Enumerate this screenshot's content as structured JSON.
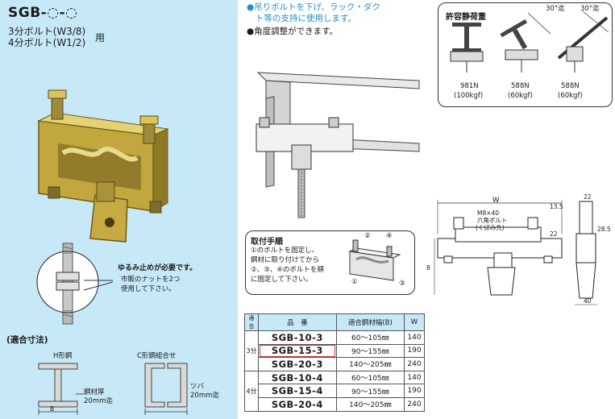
{
  "left": {
    "title": "SGB-◌-◌",
    "bolt_line1": "3分ボルト(W3/8)",
    "bolt_line2": "4分ボルト(W1/2)",
    "bolt_suffix": "用",
    "loosen_note": "ゆるみ止めが必要です。",
    "nut_note_line1": "市販のナットを2つ",
    "nut_note_line2": "使用して下さい。",
    "dims_heading": "(適合寸法)",
    "h_beam_label": "H形鋼",
    "c_beam_label": "C形鋼組合せ",
    "steel_thickness_line1": "鋼材厚",
    "steel_thickness_line2": "20mm迄",
    "flange_line1": "ツバ",
    "flange_line2": "20mm迄",
    "dim_b": "B"
  },
  "features": {
    "line1": "●吊りボルトを下げ、ラック・ダク",
    "line2": "ト等の支持に使用します。",
    "line3": "●角度調整ができます。"
  },
  "load_box": {
    "title": "許容静荷重",
    "angle1": "30°迄",
    "angle2": "30°迄",
    "load1_n": "981N",
    "load1_kgf": "(100kgf)",
    "load2_n": "588N",
    "load2_kgf": "(60kgf)",
    "load3_n": "588N",
    "load3_kgf": "(60kgf)"
  },
  "procedure": {
    "title": "取付手順",
    "line1": "①のボルトを固定し、",
    "line2": "鋼材に取り付けてから",
    "line3": "②、③、④のボルトを順",
    "line4": "に固定して下さい。",
    "n1": "①",
    "n2": "②",
    "n3": "③",
    "n4": "④"
  },
  "drawing": {
    "w": "W",
    "bolt_line1": "M8×40",
    "bolt_line2": "六角ボルト",
    "bolt_line3": "(くぼみ先)",
    "d22_top": "22",
    "d13_5": "13.5",
    "d22_side": "22",
    "d28_5": "28.5",
    "d40": "40",
    "d8": "8"
  },
  "table": {
    "headers": [
      "適合",
      "品　番",
      "適合鋼材幅(B)",
      "W"
    ],
    "groups": [
      "3分",
      "4分"
    ],
    "rows": [
      {
        "code": "SGB-10-3",
        "range": "60～105㎜",
        "w": "140"
      },
      {
        "code": "SGB-15-3",
        "range": "90～155㎜",
        "w": "190"
      },
      {
        "code": "SGB-20-3",
        "range": "140～205㎜",
        "w": "240"
      },
      {
        "code": "SGB-10-4",
        "range": "60～105㎜",
        "w": "140"
      },
      {
        "code": "SGB-15-4",
        "range": "90～155㎜",
        "w": "190"
      },
      {
        "code": "SGB-20-4",
        "range": "140～205㎜",
        "w": "240"
      }
    ]
  },
  "colors": {
    "panel": "#c7e9f7",
    "brass": "#c9b24a",
    "accent_blue": "#1f8fc8",
    "highlight": "#d03030"
  }
}
